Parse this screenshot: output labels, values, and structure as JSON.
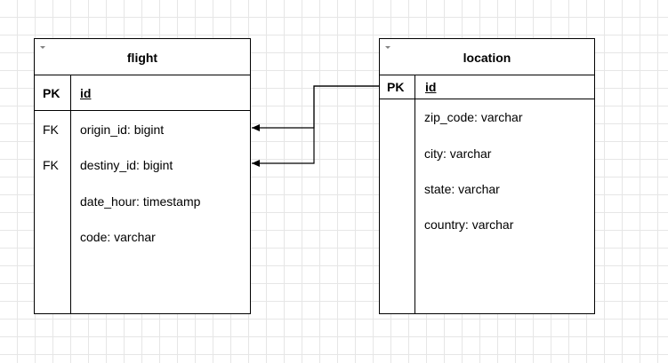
{
  "tables": {
    "flight": {
      "title": "flight",
      "pk": {
        "key": "PK",
        "field": "id"
      },
      "rows": [
        {
          "key": "FK",
          "field": "origin_id: bigint"
        },
        {
          "key": "FK",
          "field": "destiny_id: bigint"
        },
        {
          "key": "",
          "field": "date_hour: timestamp"
        },
        {
          "key": "",
          "field": "code: varchar"
        }
      ]
    },
    "location": {
      "title": "location",
      "pk": {
        "key": "PK",
        "field": "id"
      },
      "rows": [
        {
          "key": "",
          "field": "zip_code: varchar"
        },
        {
          "key": "",
          "field": "city: varchar"
        },
        {
          "key": "",
          "field": "state: varchar"
        },
        {
          "key": "",
          "field": "country: varchar"
        }
      ]
    }
  },
  "relations": [
    {
      "from": "location.id",
      "to": "flight.origin_id"
    },
    {
      "from": "location.id",
      "to": "flight.destiny_id"
    }
  ]
}
